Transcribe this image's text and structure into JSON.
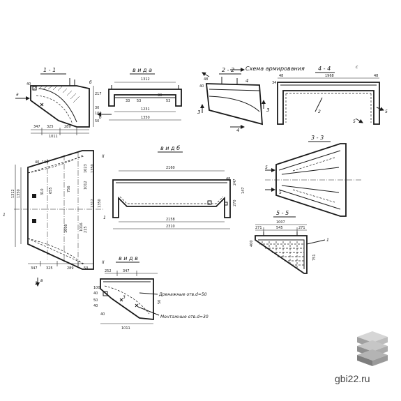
{
  "views": {
    "s11": {
      "title": "1 - 1",
      "dims": [
        "347",
        "325",
        "289",
        "1011",
        "40",
        "100",
        "217",
        "50",
        "30",
        "б",
        "б",
        "а"
      ]
    },
    "va": {
      "title": "в и д  а",
      "dims": [
        "1312",
        "33",
        "53",
        "30",
        "53",
        "1231",
        "1350"
      ]
    },
    "s22": {
      "title": "2 - 2",
      "dims": [
        "48",
        "40",
        "3",
        "3",
        "4",
        "4"
      ]
    },
    "arm": {
      "title": "Схема армирования",
      "marks": [
        "1",
        "2"
      ]
    },
    "s44": {
      "title": "4 - 4",
      "dims": [
        "c",
        "48",
        "34",
        "1968",
        "48",
        "5",
        "5"
      ]
    },
    "vb": {
      "title": "в и д  б",
      "dims": [
        "2160",
        "48",
        "247",
        "147",
        "270",
        "2158",
        "2310"
      ]
    },
    "s33": {
      "title": "3 - 3",
      "dims": [
        "5",
        "5"
      ]
    },
    "s55": {
      "title": "5 - 5",
      "dims": [
        "1007",
        "271",
        "545",
        "271",
        "400",
        "751",
        "1"
      ]
    },
    "plan": {
      "dims": [
        "40",
        "100",
        "1312",
        "1350",
        "310",
        "655",
        "756",
        "1012",
        "1016",
        "1350",
        "1312",
        "1023",
        "1350",
        "1000",
        "215",
        "347",
        "325",
        "289",
        "50",
        "II",
        "II",
        "1",
        "1",
        "2",
        "в"
      ]
    },
    "vv": {
      "title": "в и д  в",
      "dims": [
        "252",
        "347",
        "100",
        "40",
        "50",
        "40",
        "50",
        "3",
        "1011",
        "40"
      ]
    }
  },
  "notes": {
    "drain": "Дренажные отв.d=50",
    "mount": "Монтажные отв.d=30"
  },
  "brand": {
    "name": "gbi22.ru"
  }
}
